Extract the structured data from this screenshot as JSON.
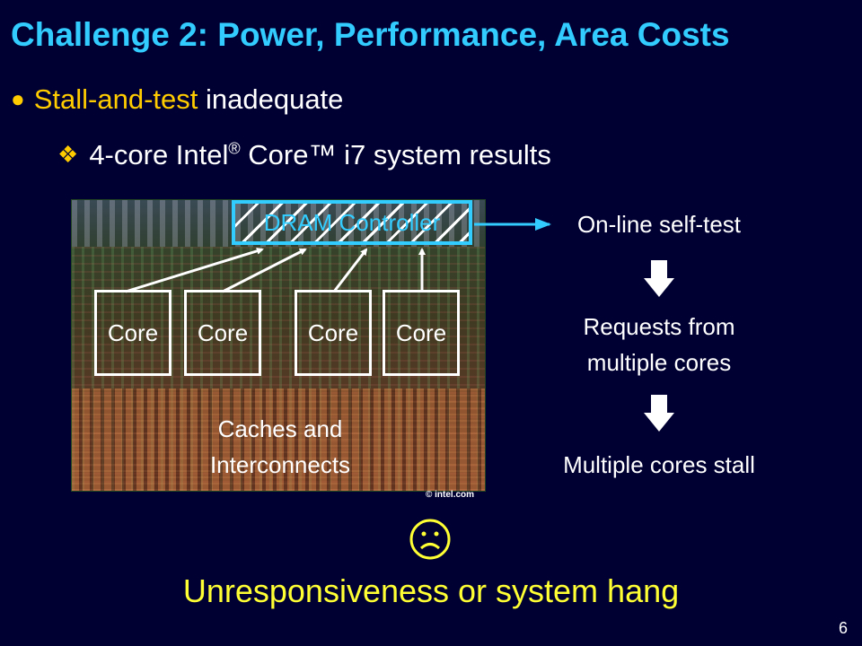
{
  "slide": {
    "title": "Challenge 2: Power, Performance, Area Costs",
    "bullet1": {
      "highlight": "Stall-and-test",
      "rest": "inadequate"
    },
    "bullet2": {
      "pre": "4-core Intel",
      "reg": "®",
      "post": " Core™ i7 system results"
    },
    "figure": {
      "dram_label": "DRAM Controller",
      "cores": [
        "Core",
        "Core",
        "Core",
        "Core"
      ],
      "caches_line1": "Caches and",
      "caches_line2": "Interconnects",
      "copyright": "© intel.com"
    },
    "flow": {
      "step1": "On-line self-test",
      "step2_line1": "Requests from",
      "step2_line2": "multiple cores",
      "step3": "Multiple cores stall"
    },
    "emoticon": "frown-face",
    "conclusion": "Unresponsiveness or system hang",
    "page_number": "6"
  },
  "colors": {
    "background": "#000033",
    "title": "#33ccff",
    "accent": "#ffcc00",
    "conclusion": "#ffff33"
  }
}
